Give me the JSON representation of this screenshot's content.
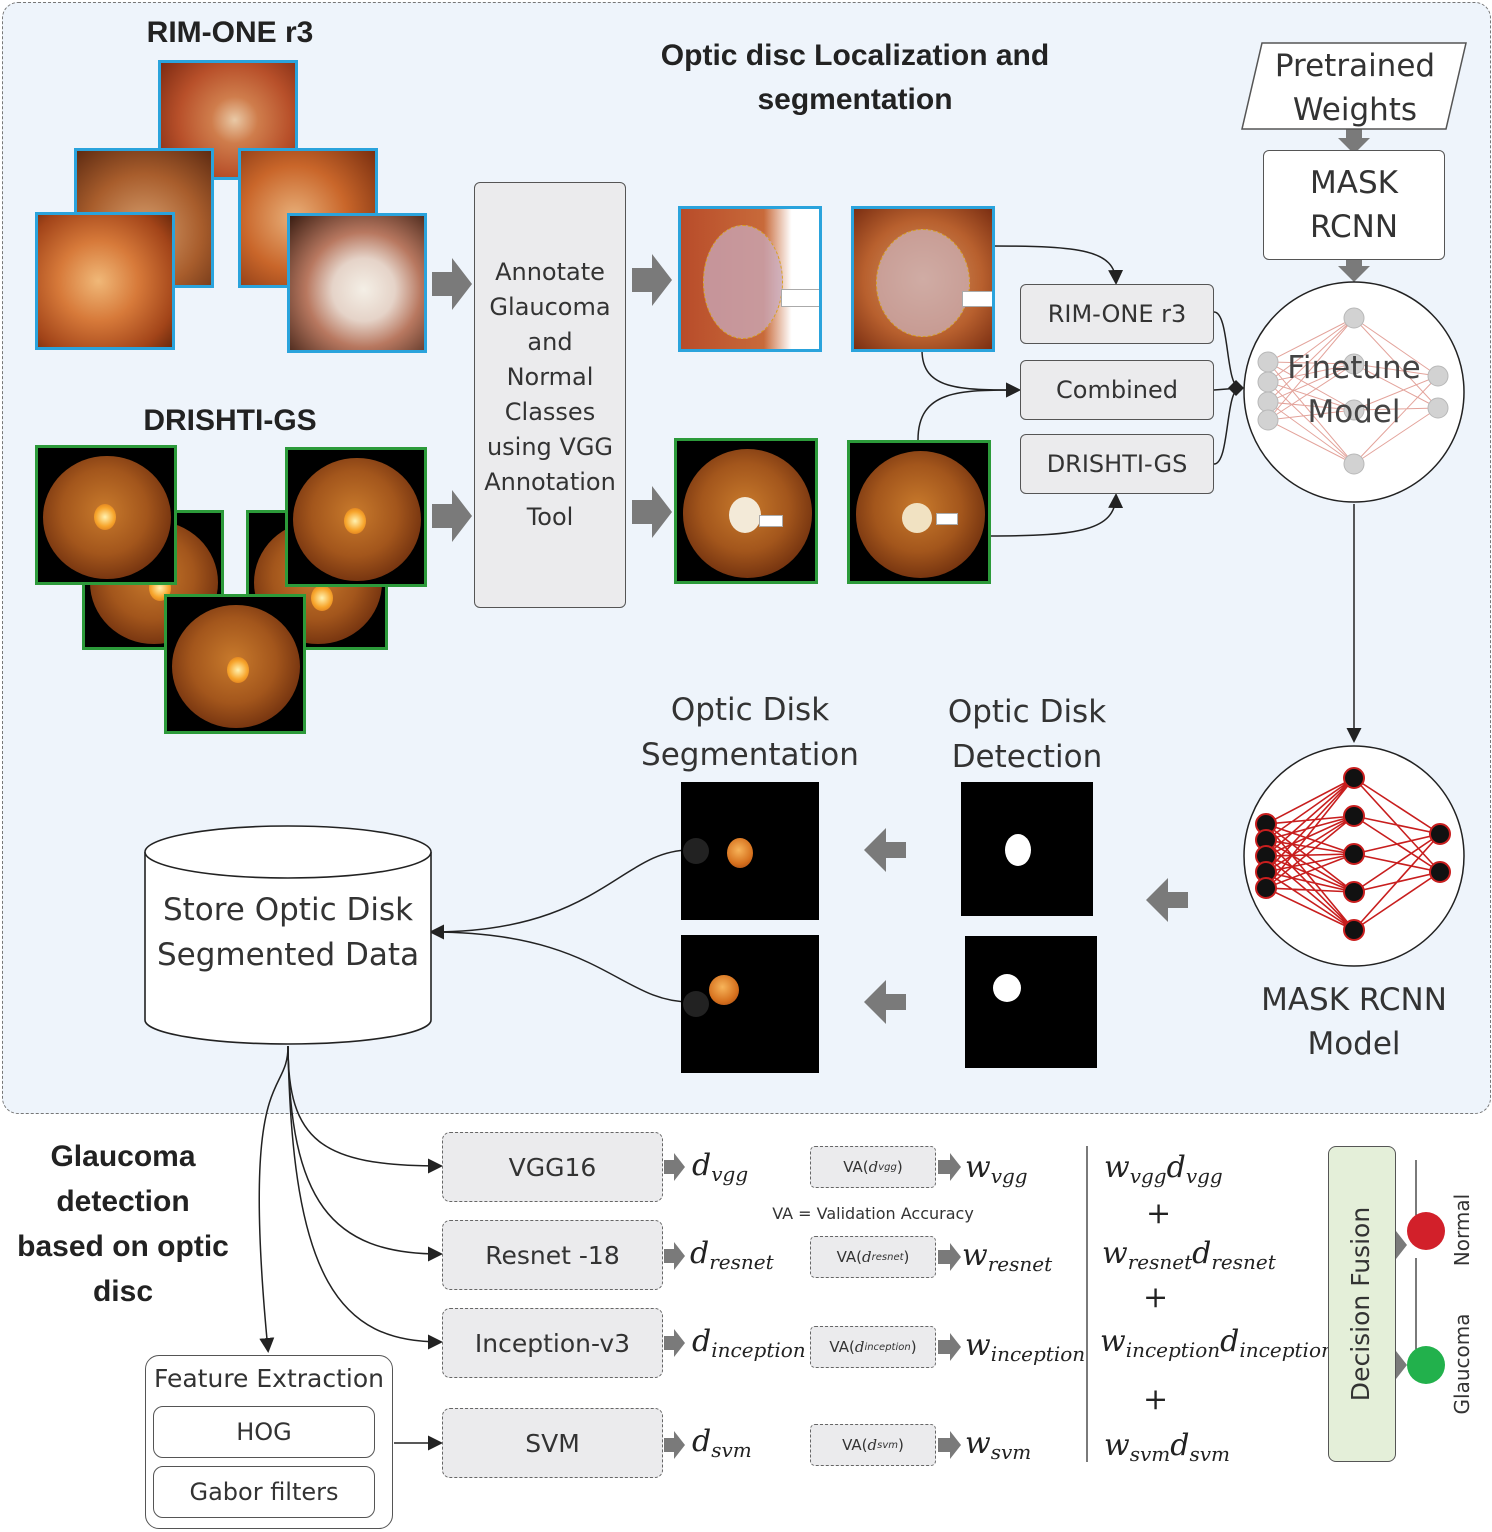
{
  "top_panel": {
    "title_line1": "Optic disc Localization and",
    "title_line2": "segmentation"
  },
  "datasets": {
    "rim": "RIM-ONE r3",
    "drishti": "DRISHTI-GS"
  },
  "annotate_box": {
    "lines": [
      "Annotate",
      "Glaucoma",
      "and",
      "Normal",
      "Classes",
      "using VGG",
      "Annotation",
      "Tool"
    ]
  },
  "dataset_options": {
    "rim": "RIM-ONE r3",
    "combined": "Combined",
    "drishti": "DRISHTI-GS"
  },
  "pretrained": {
    "line1": "Pretrained",
    "line2": "Weights"
  },
  "mask_rcnn_box": {
    "line1": "MASK",
    "line2": "RCNN"
  },
  "finetune": {
    "line1": "Finetune",
    "line2": "Model"
  },
  "mask_rcnn_model": {
    "line1": "MASK RCNN",
    "line2": "Model"
  },
  "detection": {
    "line1": "Optic Disk",
    "line2": "Detection"
  },
  "segmentation": {
    "line1": "Optic Disk",
    "line2": "Segmentation"
  },
  "store": {
    "line1": "Store Optic Disk",
    "line2": "Segmented Data"
  },
  "bottom_title": {
    "lines": [
      "Glaucoma",
      "detection",
      "based on optic",
      "disc"
    ]
  },
  "feature_extraction": {
    "title": "Feature Extraction",
    "hog": "HOG",
    "gabor": "Gabor filters"
  },
  "classifiers": {
    "vgg": "VGG16",
    "resnet": "Resnet -18",
    "inception": "Inception-v3",
    "svm": "SVM"
  },
  "outputs": {
    "d": "d",
    "w": "w",
    "vgg_sub": "vgg",
    "resnet_sub": "resnet",
    "inception_sub": "inception",
    "svm_sub": "svm"
  },
  "va": {
    "prefix": "VA(",
    "suffix": ")",
    "note": "VA = Validation Accuracy"
  },
  "plus": "+",
  "decision_fusion": "Decision Fusion",
  "classes": {
    "normal": "Normal",
    "glaucoma": "Glaucoma"
  },
  "colors": {
    "normal": "#d2202a",
    "glaucoma": "#22b14c",
    "rim_border": "#2aa3dc",
    "drishti_border": "#2c9a3a",
    "network_red": "#c81e1e",
    "decision_fill": "#e4efd9"
  }
}
